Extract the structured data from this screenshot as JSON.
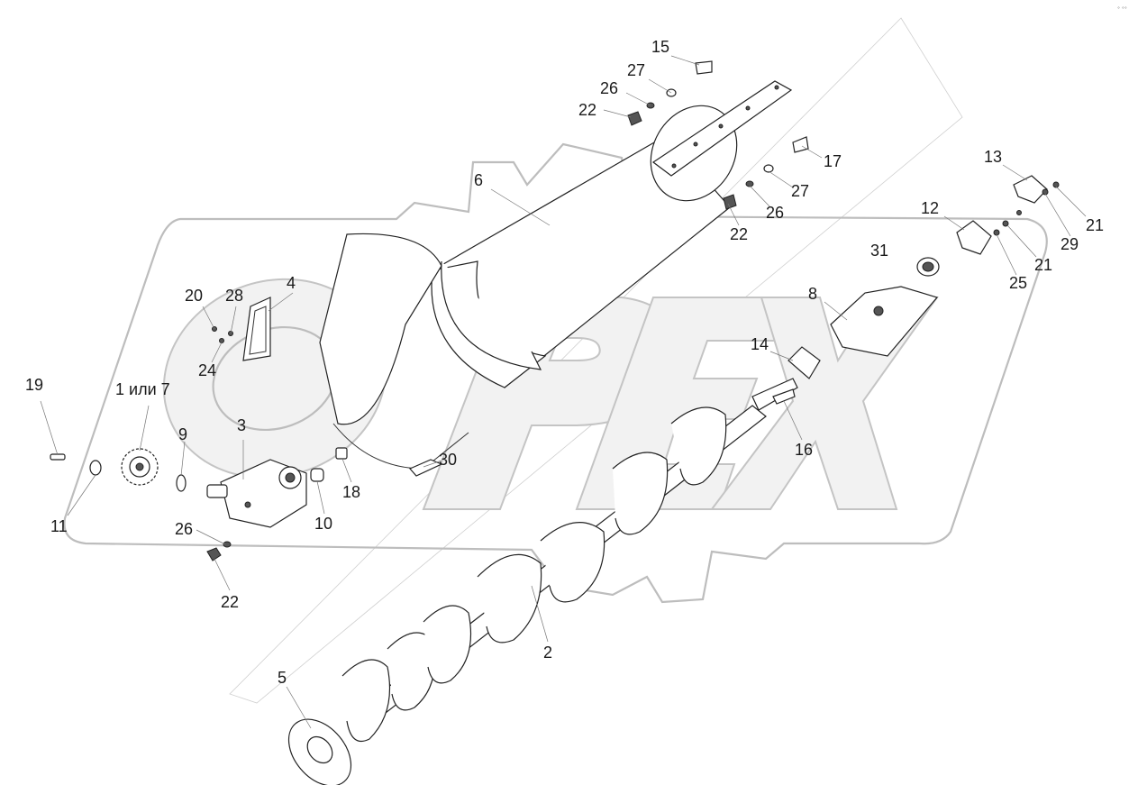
{
  "diagram": {
    "corner_mark": "° °°",
    "watermark_letters": [
      "O",
      "P",
      "E",
      "X"
    ],
    "parts": [
      {
        "key": "p15",
        "label": "15"
      },
      {
        "key": "p27a",
        "label": "27"
      },
      {
        "key": "p26a",
        "label": "26"
      },
      {
        "key": "p22a",
        "label": "22"
      },
      {
        "key": "p17",
        "label": "17"
      },
      {
        "key": "p13",
        "label": "13"
      },
      {
        "key": "p6",
        "label": "6"
      },
      {
        "key": "p27b",
        "label": "27"
      },
      {
        "key": "p26b",
        "label": "26"
      },
      {
        "key": "p22b",
        "label": "22"
      },
      {
        "key": "p12",
        "label": "12"
      },
      {
        "key": "p21a",
        "label": "21"
      },
      {
        "key": "p29",
        "label": "29"
      },
      {
        "key": "p31",
        "label": "31"
      },
      {
        "key": "p21b",
        "label": "21"
      },
      {
        "key": "p25",
        "label": "25"
      },
      {
        "key": "p20",
        "label": "20"
      },
      {
        "key": "p28",
        "label": "28"
      },
      {
        "key": "p4",
        "label": "4"
      },
      {
        "key": "p8",
        "label": "8"
      },
      {
        "key": "p24",
        "label": "24"
      },
      {
        "key": "p14",
        "label": "14"
      },
      {
        "key": "p19",
        "label": "19"
      },
      {
        "key": "p1or7",
        "label": "1 или 7"
      },
      {
        "key": "p9",
        "label": "9"
      },
      {
        "key": "p3",
        "label": "3"
      },
      {
        "key": "p16",
        "label": "16"
      },
      {
        "key": "p30",
        "label": "30"
      },
      {
        "key": "p18",
        "label": "18"
      },
      {
        "key": "p10",
        "label": "10"
      },
      {
        "key": "p11",
        "label": "11"
      },
      {
        "key": "p26c",
        "label": "26"
      },
      {
        "key": "p22c",
        "label": "22"
      },
      {
        "key": "p2",
        "label": "2"
      },
      {
        "key": "p5",
        "label": "5"
      }
    ]
  }
}
